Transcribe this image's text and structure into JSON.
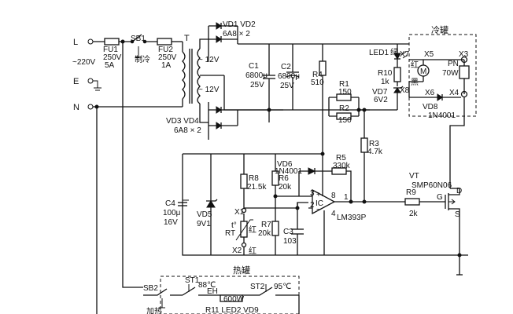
{
  "terminals": {
    "L": "L",
    "E": "E",
    "N": "N",
    "ac": "~220V"
  },
  "fu1": {
    "name": "FU1",
    "rating1": "250V",
    "rating2": "5A"
  },
  "sb1": {
    "name": "SB1",
    "mode": "制冷"
  },
  "fu2": {
    "name": "FU2",
    "rating1": "250V",
    "rating2": "1A"
  },
  "transformer": {
    "name": "T",
    "tap_upper": "~ 12V",
    "tap_lower": "~ 12V"
  },
  "vd_top": {
    "name": "VD1 VD2",
    "type": "6A8 × 2"
  },
  "vd_bottom": {
    "name": "VD3 VD4",
    "type": "6A8 × 2"
  },
  "c1": {
    "name": "C1",
    "value1": "6800μ",
    "value2": "25V"
  },
  "c2": {
    "name": "C2",
    "value1": "6800μ",
    "value2": "25V"
  },
  "r4": {
    "name": "R4",
    "value": "510"
  },
  "r1": {
    "name": "R1",
    "value": "150"
  },
  "r2": {
    "name": "R2",
    "value": "150"
  },
  "led1": {
    "name": "LED1",
    "color": "绿"
  },
  "r10": {
    "name": "R10",
    "value": "1k"
  },
  "vd7": {
    "name": "VD7",
    "value": "6V2"
  },
  "cooler": {
    "title": "冷罐",
    "x7": "X7",
    "x8": "X8",
    "x5": "X5",
    "x3": "X3",
    "x6": "X6",
    "x4": "X4",
    "red": "红",
    "black": "黑",
    "pn": "PN",
    "pn_power": "70W",
    "vd8": "VD8",
    "vd8_type": "1N4001"
  },
  "r3": {
    "name": "R3",
    "value": "4.7k"
  },
  "vd6": {
    "name": "VD6",
    "type": "1N4001"
  },
  "r5": {
    "name": "R5",
    "value": "330k"
  },
  "r8": {
    "name": "R8",
    "value": "21.5k"
  },
  "r6": {
    "name": "R6",
    "value": "20k"
  },
  "r7": {
    "name": "R7",
    "value": "20k"
  },
  "c3": {
    "name": "C3",
    "value": "103"
  },
  "c4": {
    "name": "C4",
    "value1": "100μ",
    "value2": "16V"
  },
  "vd5": {
    "name": "VD5",
    "value": "9V1"
  },
  "ic": {
    "name": "IC",
    "part": "LM393P",
    "pin3": "3",
    "pin2": "2",
    "pin8": "8",
    "pin4": "4",
    "pin1": "1"
  },
  "rt": {
    "name": "RT",
    "x1": "X1",
    "x2": "X2",
    "t": "t°",
    "red": "红"
  },
  "vt": {
    "name": "VT",
    "part": "SMP60N06",
    "d": "D",
    "g": "G",
    "s": "S"
  },
  "r9": {
    "name": "R9",
    "value": "2k"
  },
  "heater": {
    "title": "热罐",
    "sb2": "SB2",
    "heat": "加热",
    "st1": "ST1",
    "st1_temp": "88℃",
    "st2": "ST2",
    "st2_temp": "95℃",
    "eh": "EH",
    "eh_power": "600W",
    "bottom": "R11 LED2 VD9"
  }
}
